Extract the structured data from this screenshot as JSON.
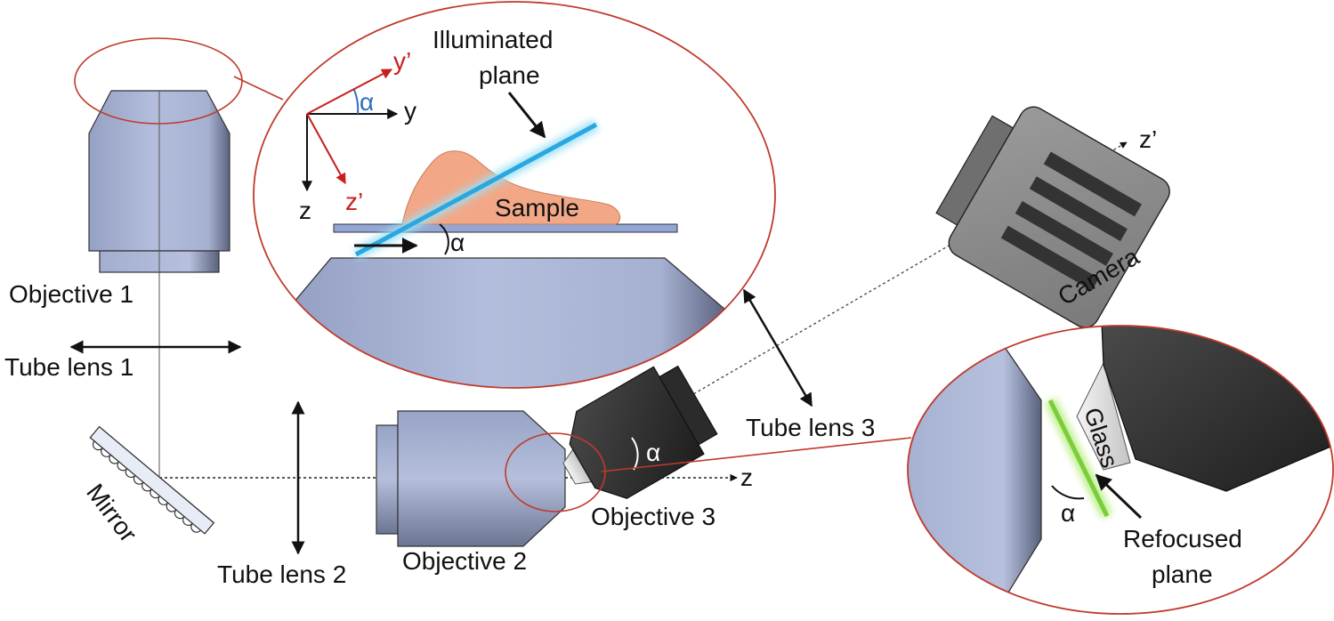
{
  "labels": {
    "objective1": "Objective 1",
    "objective2": "Objective 2",
    "objective3": "Objective 3",
    "tube_lens1": "Tube lens 1",
    "tube_lens2": "Tube lens 2",
    "tube_lens3": "Tube lens 3",
    "mirror": "Mirror",
    "camera": "Camera",
    "illuminated_line1": "Illuminated",
    "illuminated_line2": "plane",
    "sample": "Sample",
    "glass": "Glass",
    "refocused_line1": "Refocused",
    "refocused_line2": "plane"
  },
  "axes": {
    "y": "y",
    "y_prime": "y’",
    "z": "z",
    "z_prime": "z’",
    "alpha": "α",
    "z_optical": "z",
    "z_prime_camera": "z’"
  },
  "colors": {
    "objective_fill": "#aab4d2",
    "objective_dark": "#3a3a3a",
    "camera_fill": "#8c8c8c",
    "zoom_outline": "#c0392b",
    "prime_axes": "#c81e1e",
    "illuminated_plane": "#2ba7e0",
    "refocused_plane": "#7ccd3a",
    "sample": "#f2a887",
    "coverslip": "#93a6d6"
  }
}
